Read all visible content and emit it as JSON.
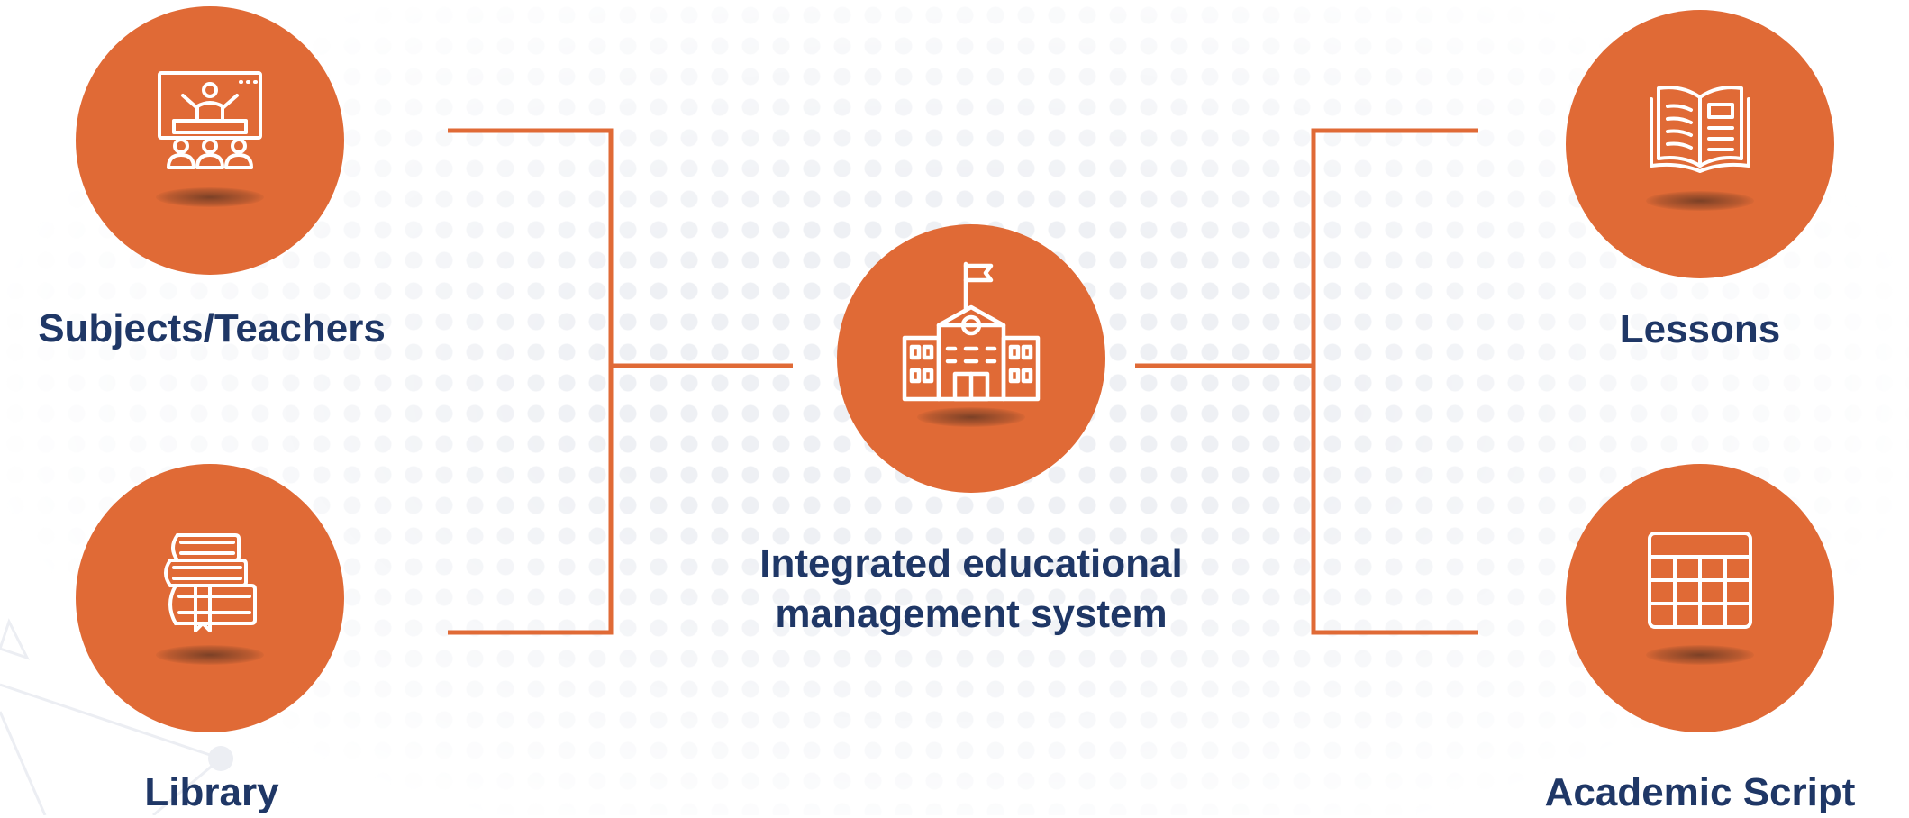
{
  "colors": {
    "accent": "#e06a36",
    "text": "#1f3766",
    "icon": "#ffffff"
  },
  "center": {
    "label_line1": "Integrated educational",
    "label_line2": "management system",
    "icon": "school-building-icon"
  },
  "nodes": {
    "subjects": {
      "label": "Subjects/Teachers",
      "icon": "teacher-classroom-icon"
    },
    "library": {
      "label": "Library",
      "icon": "book-stack-icon"
    },
    "lessons": {
      "label": "Lessons",
      "icon": "open-book-icon"
    },
    "academic": {
      "label": "Academic Script",
      "icon": "table-grid-icon"
    }
  }
}
